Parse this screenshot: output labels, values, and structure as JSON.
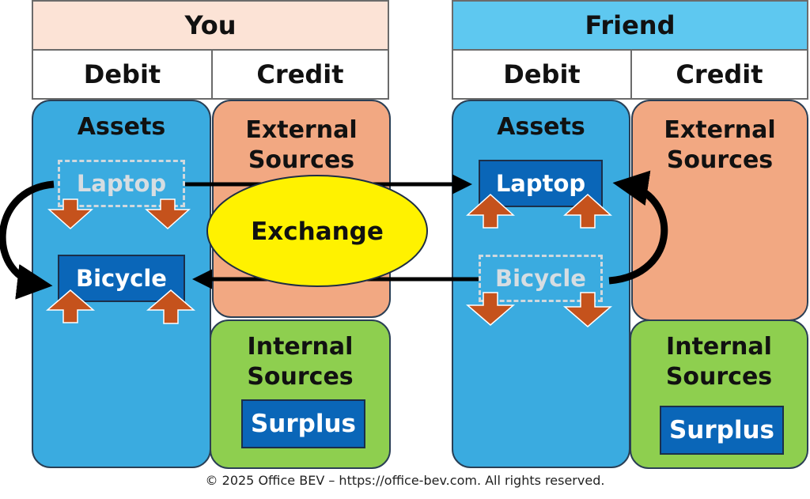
{
  "you": {
    "title": "You",
    "debit": "Debit",
    "credit": "Credit",
    "assets_title": "Assets",
    "laptop": "Laptop",
    "bicycle": "Bicycle",
    "external_title": "External Sources",
    "internal_title": "Internal Sources",
    "surplus": "Surplus"
  },
  "friend": {
    "title": "Friend",
    "debit": "Debit",
    "credit": "Credit",
    "assets_title": "Assets",
    "laptop": "Laptop",
    "bicycle": "Bicycle",
    "external_title": "External Sources",
    "internal_title": "Internal Sources",
    "surplus": "Surplus"
  },
  "exchange_label": "Exchange",
  "footer": "© 2025 Office BEV – https://office-bev.com. All rights reserved.",
  "colors": {
    "you_header": "#fce3d6",
    "friend_header": "#5ec8f0",
    "assets": "#3aabe0",
    "external_sources": "#f2a882",
    "internal_sources": "#8ecf4f",
    "item_box": "#0a66b8",
    "exchange_ellipse": "#fff200",
    "small_arrows": "#c5521c"
  }
}
